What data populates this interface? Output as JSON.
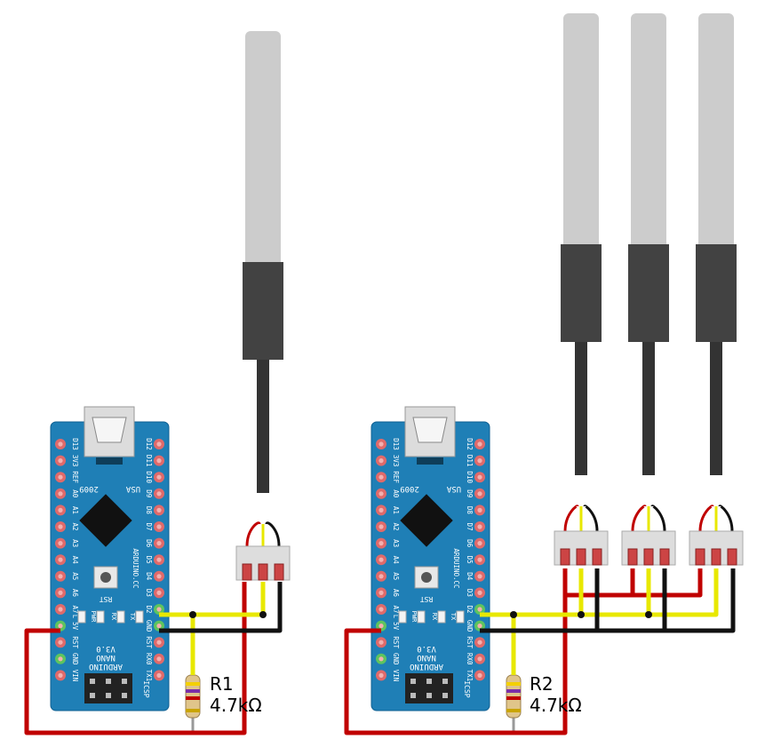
{
  "colors": {
    "board": "#1f7fb6",
    "board_edge": "#0e5f91",
    "pin": "#e06a6a",
    "pin_inner": "#f2b0b0",
    "pin_green": "#5ec45e",
    "chip": "#111111",
    "probe_tip": "#cccccc",
    "probe_body": "#424242",
    "cable": "#333333",
    "wire_red": "#c00000",
    "wire_yellow": "#e8e800",
    "wire_black": "#111111",
    "connector": "#dddddd",
    "resistor_body": "#e0c58a"
  },
  "circuits": [
    {
      "resistor": {
        "ref": "R1",
        "value": "4.7kΩ"
      },
      "board": {
        "year": "2009",
        "country": "USA",
        "brand": "ARDUINO.CC",
        "name1": "ARDUINO",
        "name2": "NANO",
        "version": "V3.0",
        "rst": "RST",
        "icsp": "ICSP",
        "leds": [
          "L",
          "PWR",
          "RX",
          "TX"
        ],
        "left_pins": [
          "D13",
          "3V3",
          "REF",
          "A0",
          "A1",
          "A2",
          "A3",
          "A4",
          "A5",
          "A6",
          "A7",
          "5V",
          "RST",
          "GND",
          "VIN"
        ],
        "right_pins": [
          "D12",
          "D11",
          "D10",
          "D9",
          "D8",
          "D7",
          "D6",
          "D5",
          "D4",
          "D3",
          "D2",
          "GND",
          "RST",
          "RX0",
          "TX1"
        ]
      }
    },
    {
      "resistor": {
        "ref": "R2",
        "value": "4.7kΩ"
      },
      "board": {
        "year": "2009",
        "country": "USA",
        "brand": "ARDUINO.CC",
        "name1": "ARDUINO",
        "name2": "NANO",
        "version": "V3.0",
        "rst": "RST",
        "icsp": "ICSP",
        "leds": [
          "L",
          "PWR",
          "RX",
          "TX"
        ],
        "left_pins": [
          "D13",
          "3V3",
          "REF",
          "A0",
          "A1",
          "A2",
          "A3",
          "A4",
          "A5",
          "A6",
          "A7",
          "5V",
          "RST",
          "GND",
          "VIN"
        ],
        "right_pins": [
          "D12",
          "D11",
          "D10",
          "D9",
          "D8",
          "D7",
          "D6",
          "D5",
          "D4",
          "D3",
          "D2",
          "GND",
          "RST",
          "RX0",
          "TX1"
        ]
      }
    }
  ]
}
